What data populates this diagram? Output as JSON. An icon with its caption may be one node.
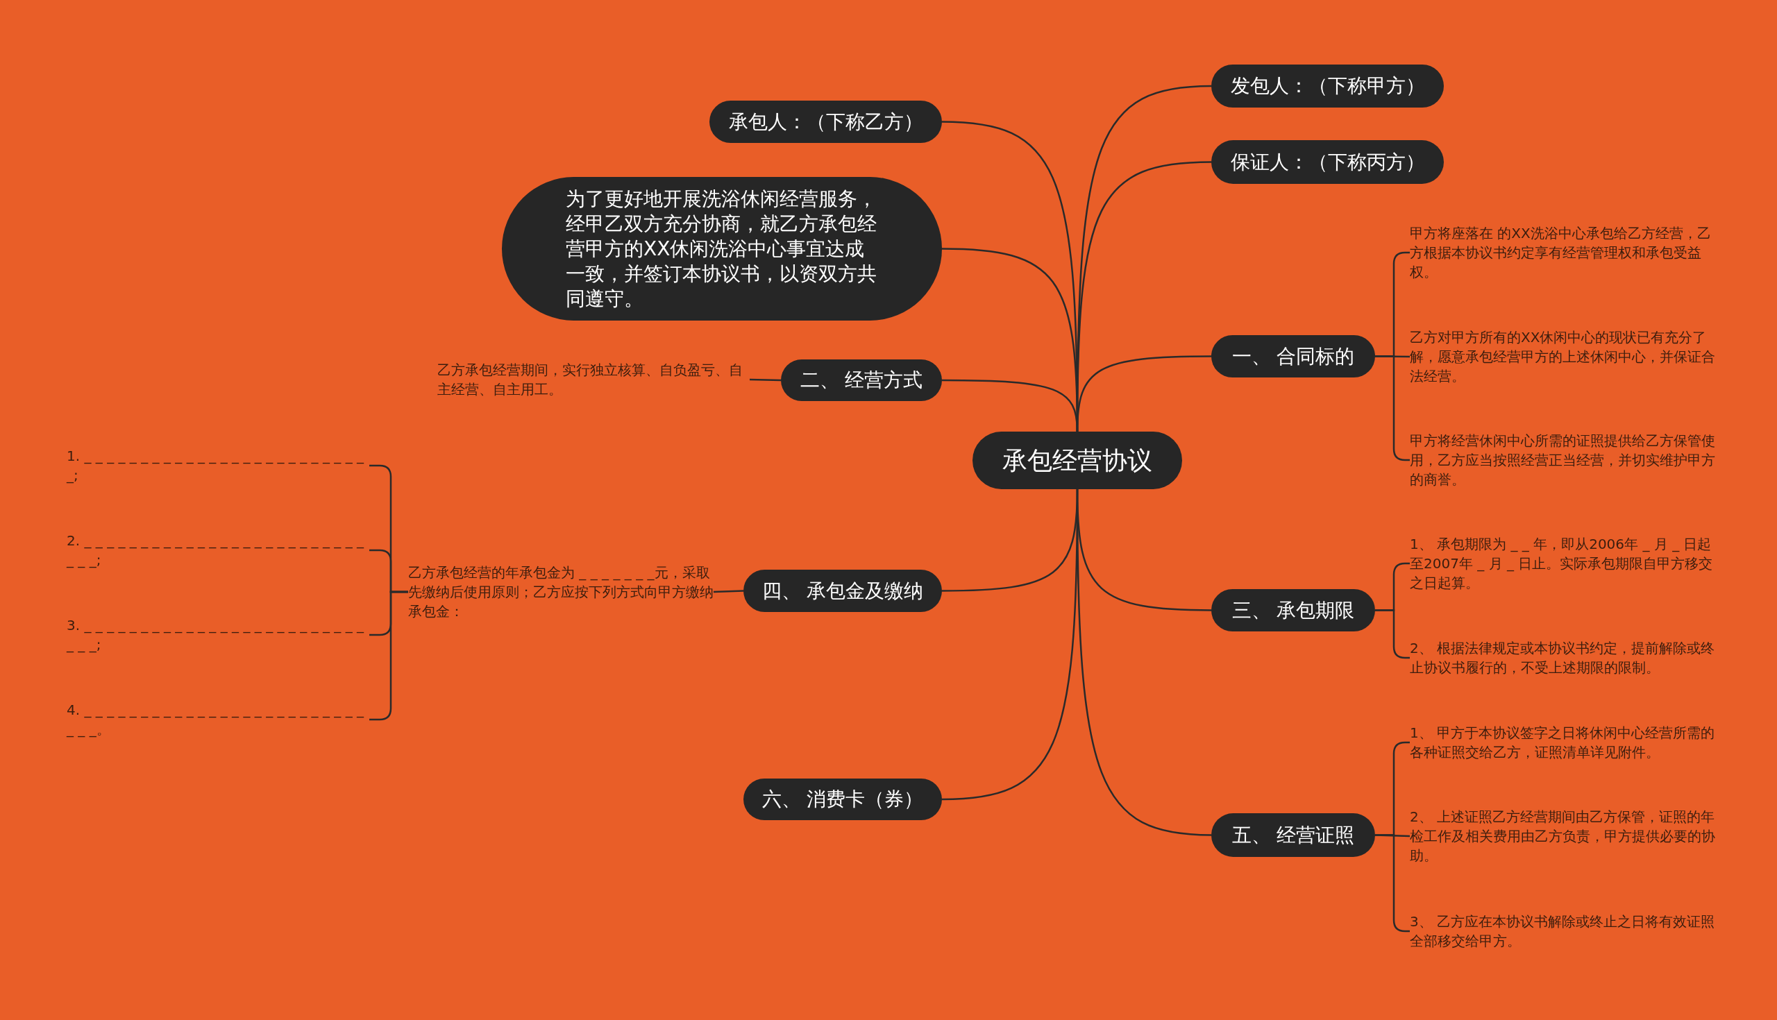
{
  "diagram": {
    "nodes": [
      {
        "text": [
          "承包经营协议"
        ]
      },
      {
        "text": [
          "承包人：（下称乙方）"
        ]
      },
      {
        "text": [
          "为了更好地开展洗浴休闲经营服务，经甲乙双方充分协商，就乙方承包经营甲方的XX休闲洗浴中心事宜达成一致，并签订本协议书，以资双方共同遵守。"
        ]
      },
      {
        "text": [
          "二、 经营方式"
        ]
      },
      {
        "text": [
          "乙方承包经营期间，实行独立核算、自负盈亏、自主经营、自主用工。"
        ]
      },
      {
        "text": [
          "四、 承包金及缴纳"
        ]
      },
      {
        "text": [
          "乙方承包经营的年承包金为 _ _ _ _ _ _ _元，采取先缴纳后使用原则；乙方应按下列方式向甲方缴纳承包金："
        ]
      },
      {
        "text": [
          "1. _ _ _ _ _ _ _ _ _ _ _ _ _ _ _ _ _ _ _ _ _ _ _ _ _ _;"
        ]
      },
      {
        "text": [
          "2. _ _ _ _ _ _ _ _ _ _ _ _ _ _ _ _ _ _ _ _ _ _ _ _ _ _ _ _;"
        ]
      },
      {
        "text": [
          "3. _ _ _ _ _ _ _ _ _ _ _ _ _ _ _ _ _ _ _ _ _ _ _ _ _ _ _ _;"
        ]
      },
      {
        "text": [
          "4. _ _ _ _ _ _ _ _ _ _ _ _ _ _ _ _ _ _ _ _ _ _ _ _ _ _ _ _。"
        ]
      },
      {
        "text": [
          "六、 消费卡（券）"
        ]
      },
      {
        "text": [
          "发包人：（下称甲方）"
        ]
      },
      {
        "text": [
          "保证人：（下称丙方）"
        ]
      },
      {
        "text": [
          "一、 合同标的"
        ]
      },
      {
        "text": [
          "甲方将座落在 的XX洗浴中心承包给乙方经营，乙方根据本协议书约定享有经营管理权和承包受益权。"
        ]
      },
      {
        "text": [
          "乙方对甲方所有的XX休闲中心的现状已有充分了解，愿意承包经营甲方的上述休闲中心，并保证合法经营。"
        ]
      },
      {
        "text": [
          "甲方将经营休闲中心所需的证照提供给乙方保管使用，乙方应当按照经营正当经营，并切实维护甲方的商誉。"
        ]
      },
      {
        "text": [
          "三、 承包期限"
        ]
      },
      {
        "text": [
          "1、 承包期限为 _ _ 年，即从2006年 _ 月 _ 日起至2007年 _ 月 _ 日止。实际承包期限自甲方移交之日起算。"
        ]
      },
      {
        "text": [
          "2、 根据法律规定或本协议书约定，提前解除或终止协议书履行的，不受上述期限的限制。"
        ]
      },
      {
        "text": [
          "五、 经营证照"
        ]
      },
      {
        "text": [
          "1、 甲方于本协议签字之日将休闲中心经营所需的各种证照交给乙方，证照清单详见附件。"
        ]
      },
      {
        "text": [
          "2、 上述证照乙方经营期间由乙方保管，证照的年检工作及相关费用由乙方负责，甲方提供必要的协助。"
        ]
      },
      {
        "text": [
          "3、 乙方应在本协议书解除或终止之日将有效证照全部移交给甲方。"
        ]
      }
    ],
    "edges": [
      {
        "from": 0,
        "to": 1,
        "arrow": "none"
      },
      {
        "from": 0,
        "to": 2,
        "arrow": "none"
      },
      {
        "from": 0,
        "to": 3,
        "arrow": "none"
      },
      {
        "from": 3,
        "to": 4,
        "arrow": "none"
      },
      {
        "from": 0,
        "to": 5,
        "arrow": "none"
      },
      {
        "from": 5,
        "to": 6,
        "arrow": "none"
      },
      {
        "from": 6,
        "to": 7,
        "arrow": "none"
      },
      {
        "from": 6,
        "to": 8,
        "arrow": "none"
      },
      {
        "from": 6,
        "to": 9,
        "arrow": "none"
      },
      {
        "from": 6,
        "to": 10,
        "arrow": "none"
      },
      {
        "from": 0,
        "to": 11,
        "arrow": "none"
      },
      {
        "from": 0,
        "to": 12,
        "arrow": "none"
      },
      {
        "from": 0,
        "to": 13,
        "arrow": "none"
      },
      {
        "from": 0,
        "to": 14,
        "arrow": "none"
      },
      {
        "from": 14,
        "to": 15,
        "arrow": "none"
      },
      {
        "from": 14,
        "to": 16,
        "arrow": "none"
      },
      {
        "from": 14,
        "to": 17,
        "arrow": "none"
      },
      {
        "from": 0,
        "to": 18,
        "arrow": "none"
      },
      {
        "from": 18,
        "to": 19,
        "arrow": "none"
      },
      {
        "from": 18,
        "to": 20,
        "arrow": "none"
      },
      {
        "from": 0,
        "to": 21,
        "arrow": "none"
      },
      {
        "from": 21,
        "to": 22,
        "arrow": "none"
      },
      {
        "from": 21,
        "to": 23,
        "arrow": "none"
      },
      {
        "from": 21,
        "to": 24,
        "arrow": "none"
      }
    ]
  }
}
